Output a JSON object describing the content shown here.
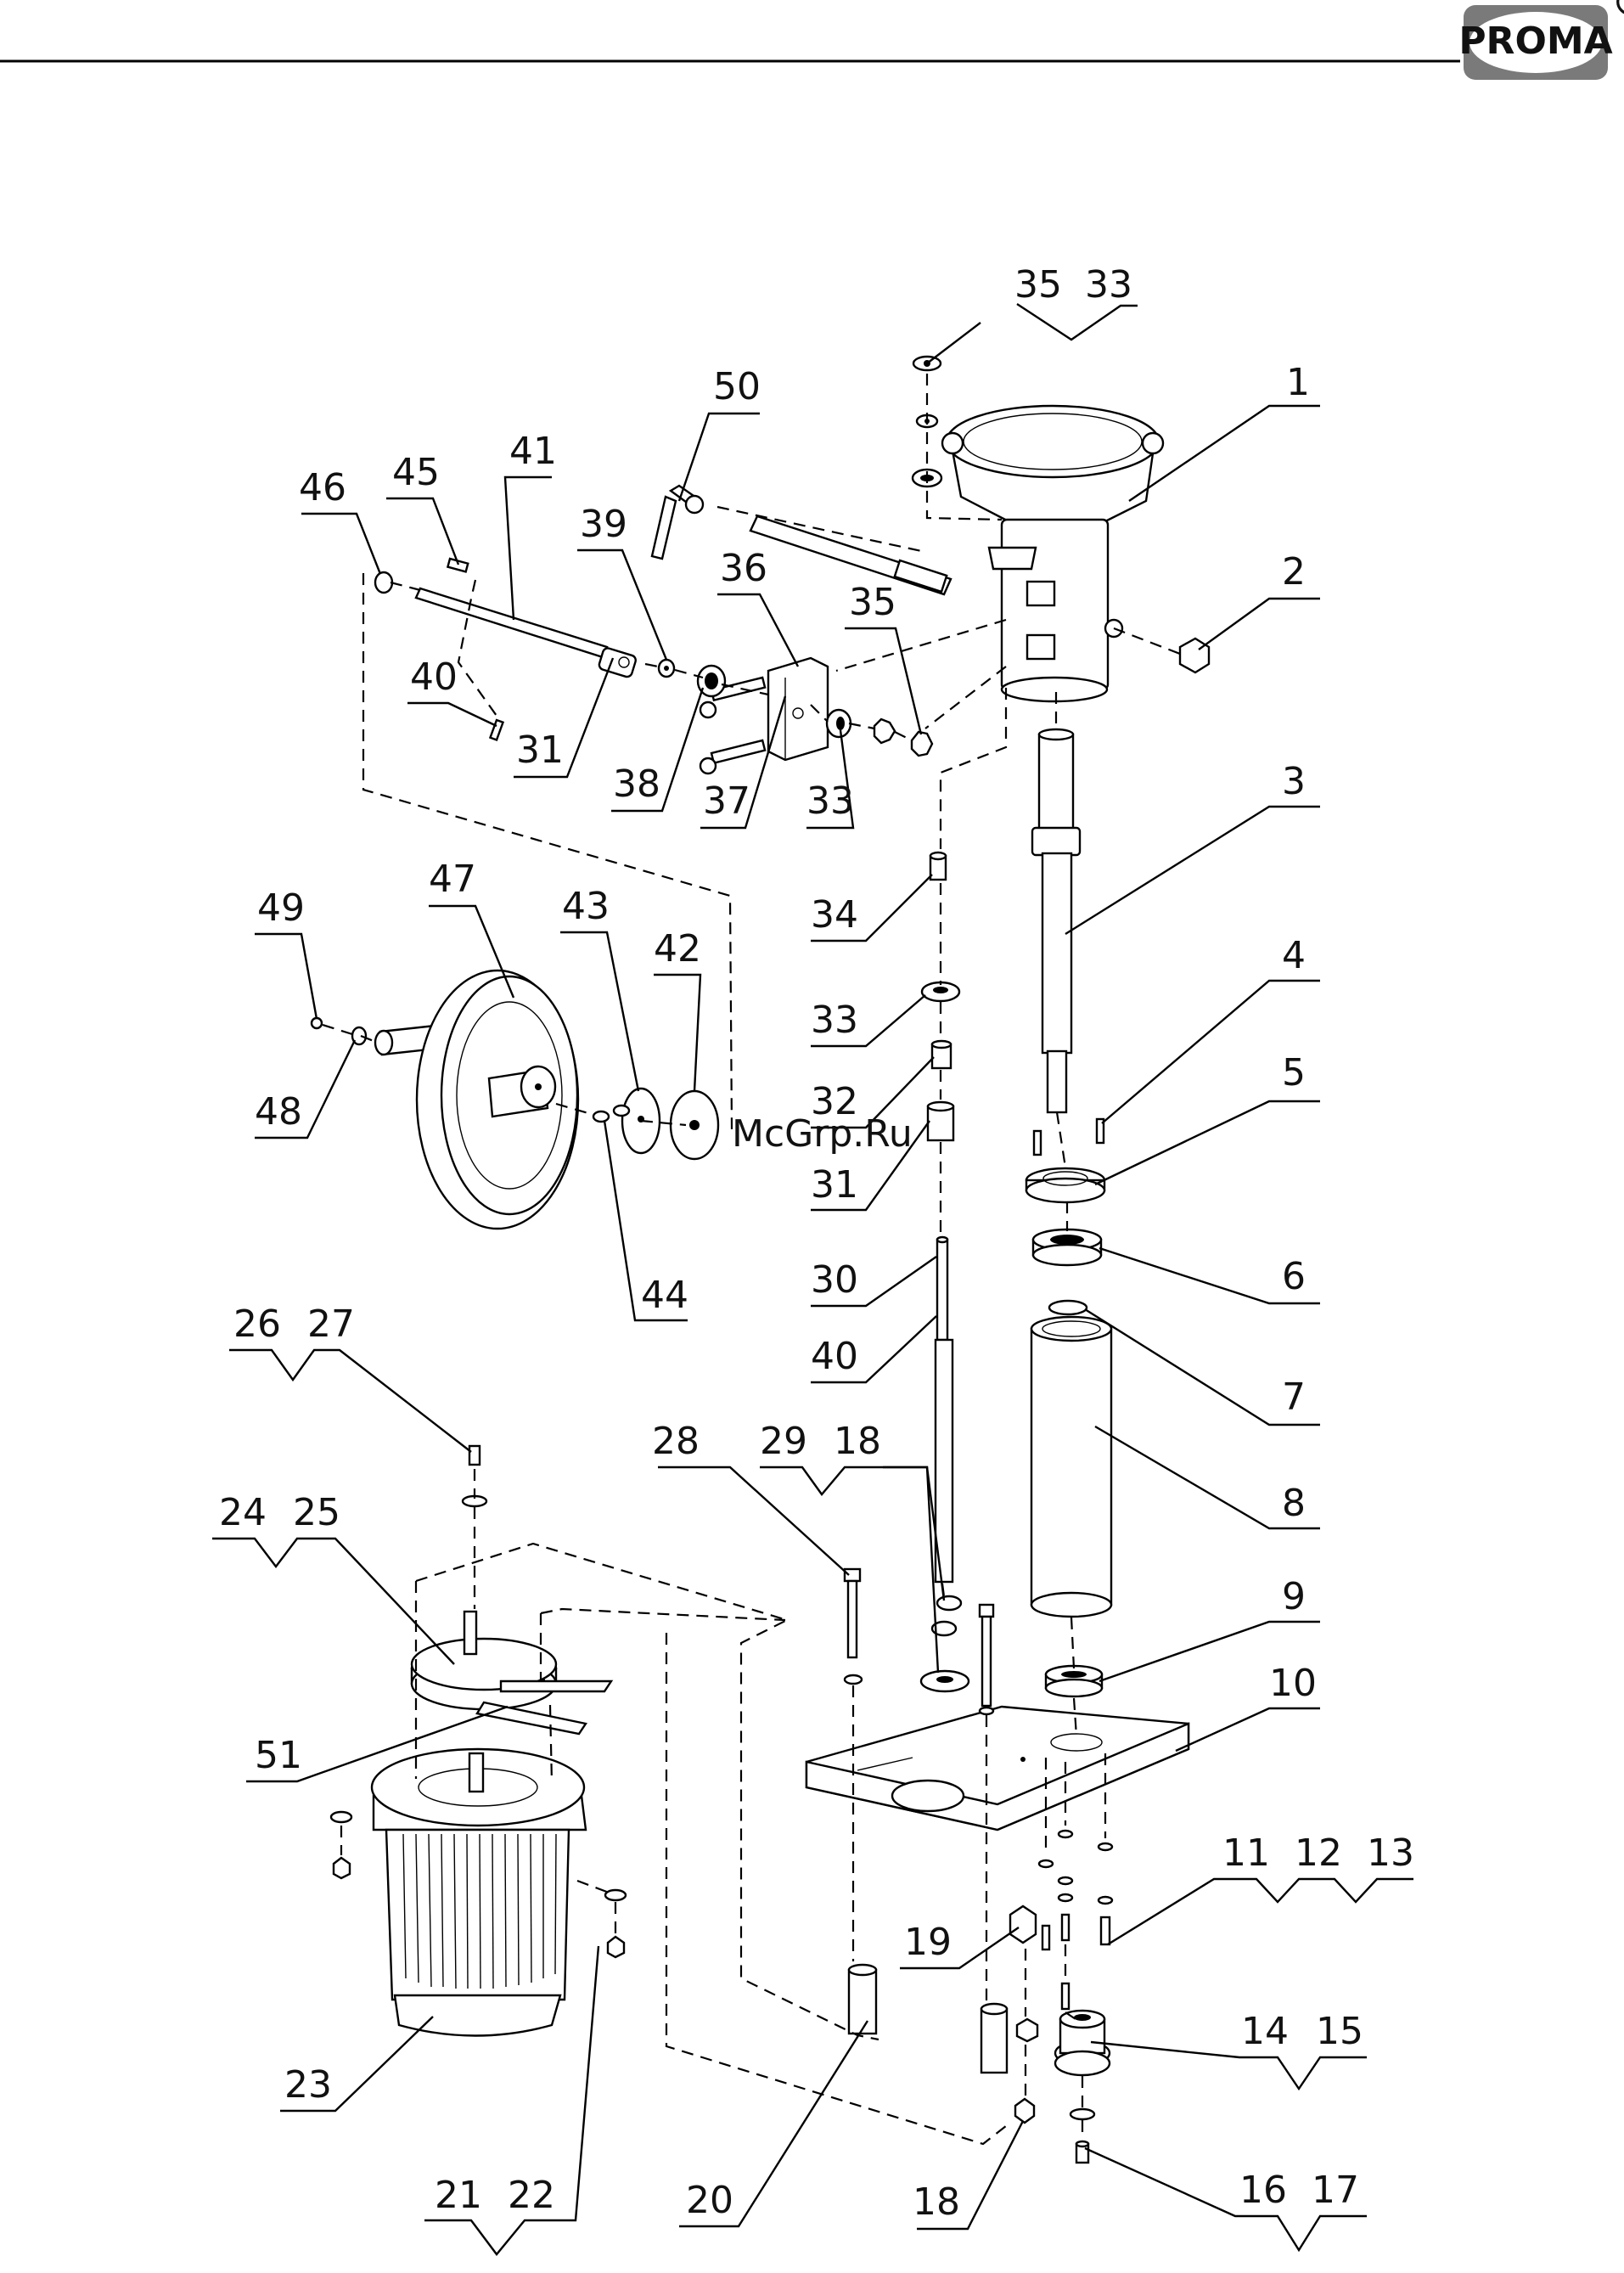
{
  "brand": {
    "logo_text": "PROMA",
    "registered_mark": "®"
  },
  "watermark": "McGrp.Ru",
  "callouts": {
    "c1": "1",
    "c2": "2",
    "c3": "3",
    "c4": "4",
    "c5": "5",
    "c6": "6",
    "c7": "7",
    "c8": "8",
    "c9": "9",
    "c10": "10",
    "c11": "11",
    "c12": "12",
    "c13": "13",
    "c14": "14",
    "c15": "15",
    "c16": "16",
    "c17": "17",
    "c18a": "18",
    "c18b": "18",
    "c19": "19",
    "c20": "20",
    "c21": "21",
    "c22": "22",
    "c23": "23",
    "c24": "24",
    "c25": "25",
    "c26": "26",
    "c27": "27",
    "c28": "28",
    "c29": "29",
    "c30": "30",
    "c31a": "31",
    "c31b": "31",
    "c32": "32",
    "c33a": "33",
    "c33b": "33",
    "c33c": "33",
    "c34": "34",
    "c35a": "35",
    "c35b": "35",
    "c36": "36",
    "c37": "37",
    "c38": "38",
    "c39": "39",
    "c40a": "40",
    "c40b": "40",
    "c41": "41",
    "c42": "42",
    "c43": "43",
    "c44": "44",
    "c45": "45",
    "c46": "46",
    "c47": "47",
    "c48": "48",
    "c49": "49",
    "c50": "50",
    "c51": "51"
  }
}
